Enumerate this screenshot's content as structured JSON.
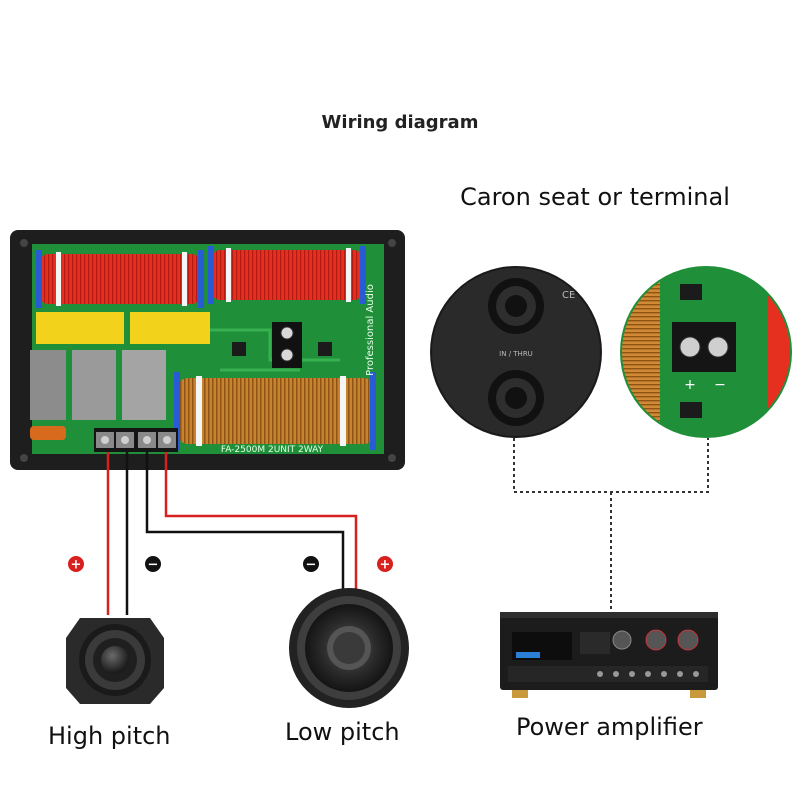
{
  "diagram_title": "Wiring diagram",
  "terminal_title": "Caron seat or terminal",
  "board": {
    "brand_text": "Professional Audio",
    "model_text": "FA-2500M 2UNIT 2WAY",
    "terminal_plus": "+",
    "terminal_minus": "−"
  },
  "speakon": {
    "label": "IN / THRU",
    "mark": "CE"
  },
  "polarity": {
    "high_plus": "+",
    "high_minus": "−",
    "low_minus": "−",
    "low_plus": "+"
  },
  "captions": {
    "high": "High pitch",
    "low": "Low pitch",
    "amp": "Power amplifier"
  },
  "colors": {
    "positive_wire": "#d8201f",
    "negative_wire": "#111111",
    "pcb_green": "#1f8f3a",
    "red_coil": "#e5301f",
    "copper_coil": "#c8832f",
    "yellow_cap": "#f2d21a"
  }
}
